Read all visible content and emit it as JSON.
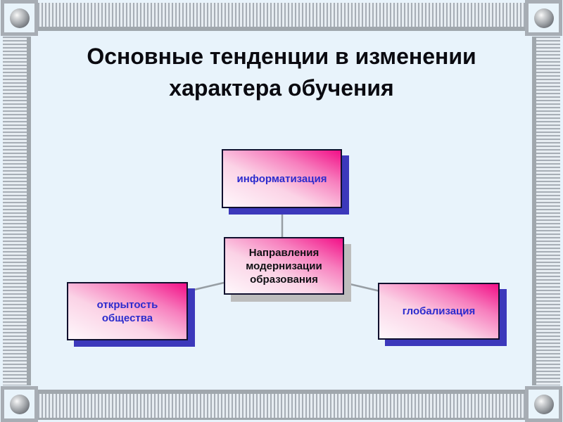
{
  "slide": {
    "title": {
      "lines": [
        "Основные тенденции в изменении",
        "характера обучения"
      ]
    },
    "colors": {
      "background": "#e8f3fb",
      "frame_gray": "#a7adb4",
      "stripe_dark": "#a7aeb6",
      "stripe_light": "#e7edf2",
      "box_gradient_pink": "#f20f87",
      "box_gradient_white": "#fef7fb",
      "box_border": "#10102e",
      "shadow_blue": "#3c38bb",
      "shadow_gray": "#bdbdbd",
      "label_blue": "#2b2bcd",
      "label_black": "#101014",
      "title_color": "#0a0a10",
      "connector_gray": "#979ea4"
    }
  },
  "diagram": {
    "boxes": {
      "top": {
        "label": "информатизация"
      },
      "center": {
        "label": "Направления\nмодернизации\nобразования"
      },
      "left": {
        "label": "открытость\nобщества"
      },
      "right": {
        "label": "глобализация"
      }
    }
  }
}
